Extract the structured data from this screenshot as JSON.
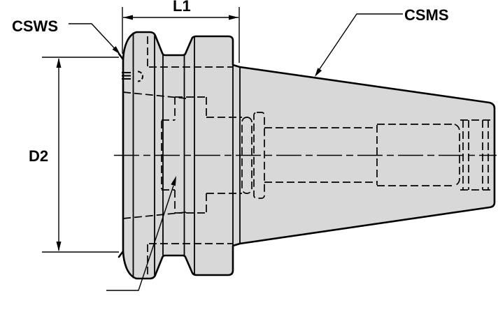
{
  "drawing": {
    "labels": {
      "l1": "L1",
      "csws": "CSWS",
      "csms": "CSMS",
      "d2": "D2"
    },
    "colors": {
      "part_fill": "#d8d8d8",
      "line_color": "#000000",
      "background": "#ffffff"
    }
  }
}
